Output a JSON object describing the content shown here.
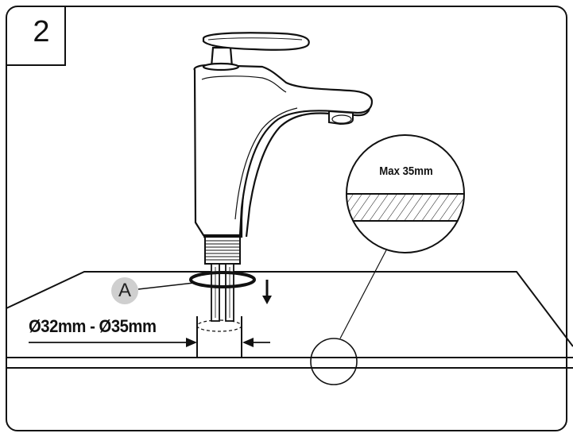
{
  "step": {
    "number": "2"
  },
  "callout": {
    "part_label": "A"
  },
  "dimensions": {
    "hole_diameter": "Ø32mm - Ø35mm",
    "max_thickness": "Max 35mm"
  },
  "colors": {
    "line": "#111111",
    "marker": "#cfcfcf",
    "background": "#ffffff"
  },
  "icons": {
    "arrow": "down-arrow-icon"
  }
}
